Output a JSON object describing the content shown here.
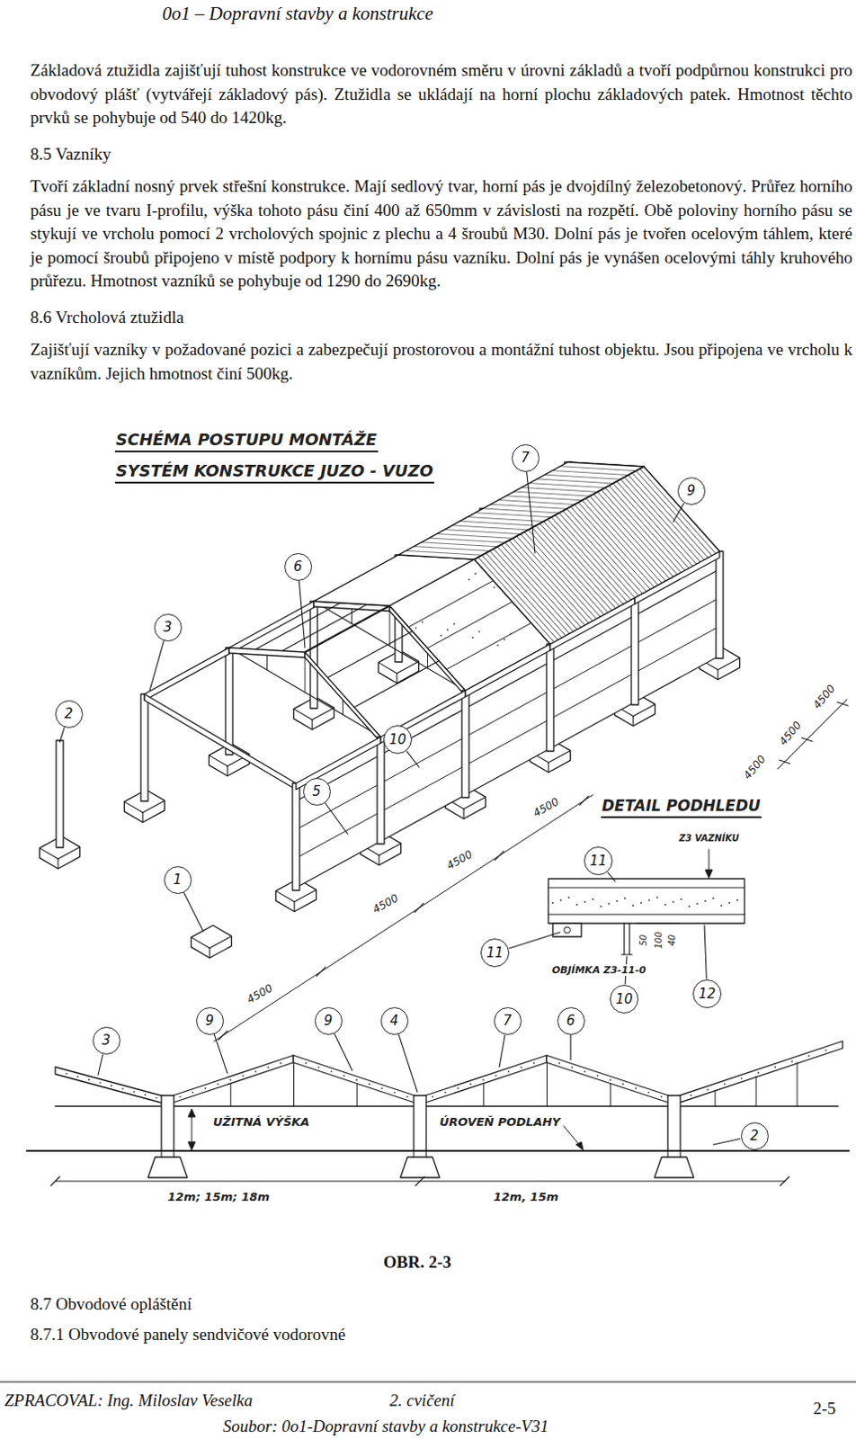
{
  "diagram": {
    "title": "0o1 – Dopravní stavby a konstrukce",
    "caption": "OBR. 2-3",
    "nodes": [
      {
        "text": [
          "7"
        ]
      },
      {
        "text": [
          "9"
        ]
      },
      {
        "text": [
          "6"
        ]
      },
      {
        "text": [
          "3"
        ]
      },
      {
        "text": [
          "2"
        ]
      },
      {
        "text": [
          "10"
        ]
      },
      {
        "text": [
          "5"
        ]
      },
      {
        "text": [
          "11"
        ]
      },
      {
        "text": [
          "1"
        ]
      },
      {
        "text": [
          "11"
        ]
      },
      {
        "text": [
          "10"
        ]
      },
      {
        "text": [
          "12"
        ]
      },
      {
        "text": [
          "9"
        ]
      },
      {
        "text": [
          "9"
        ]
      },
      {
        "text": [
          "4"
        ]
      },
      {
        "text": [
          "7"
        ]
      },
      {
        "text": [
          "6"
        ]
      },
      {
        "text": [
          "3"
        ]
      },
      {
        "text": [
          "2"
        ]
      }
    ],
    "labels": [
      "Základová ztužidla zajišťují tuhost konstrukce ve vodorovném směru v úrovni základů a tvoří podpůrnou konstrukci pro obvodový plášť (vytvářejí základový pás). Ztužidla se ukládají na horní plochu základových patek. Hmotnost těchto prvků se pohybuje od 540 do 1420kg.",
      "8.5 Vazníky",
      "Tvoří základní nosný prvek střešní konstrukce. Mají sedlový tvar, horní pás je dvojdílný železobetonový. Průřez horního pásu je ve tvaru I-profilu, výška tohoto pásu činí 400 až 650mm v závislosti na rozpětí. Obě poloviny horního pásu se stykují ve vrcholu pomocí 2 vrcholových spojnic z plechu a 4 šroubů M30. Dolní pás je tvořen ocelovým táhlem, které je pomocí šroubů připojeno v místě podpory k hornímu pásu vazníku. Dolní pás je vynášen ocelovými táhly kruhového průřezu. Hmotnost vazníků se pohybuje od 1290 do 2690kg.",
      "8.6 Vrcholová ztužidla",
      "Zajišťují vazníky v požadované pozici a zabezpečují prostorovou a montážní tuhost objektu. Jsou připojena ve vrcholu k vazníkům. Jejich hmotnost činí 500kg.",
      "SCHÉMA POSTUPU MONTÁŽE",
      "SYSTÉM KONSTRUKCE JUZO - VUZO",
      "4500",
      "4500",
      "4500",
      "4500",
      "4500",
      "4500",
      "4500",
      "DETAIL PODHLEDU",
      "Z3 VAZNÍKU",
      "OBJÍMKA Z3-11-0",
      "50",
      "100",
      "40",
      "UŽITNÁ VÝŠKA",
      "ÚROVEŇ PODLAHY",
      "12m; 15m; 18m",
      "12m, 15m",
      "8.7 Obvodové opláštění",
      "8.7.1 Obvodové panely sendvičové vodorovné",
      "ZPRACOVAL: Ing. Miloslav Veselka",
      "2. cvičení",
      "2-5",
      "Soubor: 0o1-Dopravní stavby a konstrukce-V31"
    ]
  }
}
